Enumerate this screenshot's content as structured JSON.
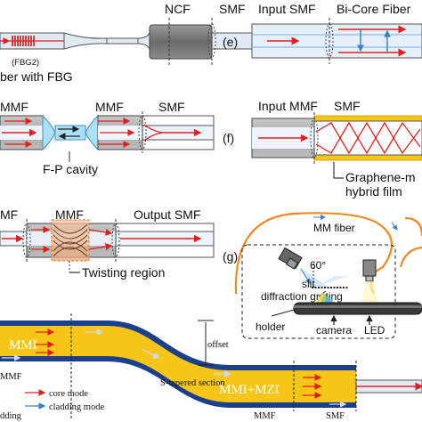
{
  "panel_top_left": {
    "ncf_label": "NCF",
    "smf_label": "SMF",
    "fbg_tag": "(FBG2)",
    "fiber_caption": "ber with FBG"
  },
  "panel_e": {
    "letter": "(e)",
    "input_label": "Input SMF",
    "bicore_label": "Bi-Core Fiber"
  },
  "panel_fp": {
    "mmf_left": "MMF",
    "mmf_mid": "MMF",
    "smf": "SMF",
    "caption": "F-P cavity"
  },
  "panel_f": {
    "letter": "(f)",
    "input_label": "Input MMF",
    "smf_label": "SMF",
    "film_line1": "Graphene-m",
    "film_line2": "hybrid film"
  },
  "panel_twist": {
    "smf_partial": "MF",
    "mmf": "MMF",
    "output": "Output SMF",
    "caption": "Twisting region"
  },
  "panel_g": {
    "letter": "(g)",
    "mm_fiber": "MM fiber",
    "angle": "60°",
    "slit": "slit",
    "grating": "diffraction grating",
    "holder": "holder",
    "camera": "camera",
    "led": "LED"
  },
  "panel_bottom": {
    "mmi_left": "MMI",
    "mmi_right": "MMI+MZI",
    "mmf_left": "MMF",
    "offset": "offset",
    "s_tapered": "S-tapered section",
    "core_mode": "core mode",
    "cladding_mode": "cladding mode",
    "mmf_right": "MMF",
    "smf_right": "SMF",
    "partial_left": "dding"
  },
  "colors": {
    "core_red": "#e02020",
    "ncf_gray": "#7a7a7a",
    "mmf_gray": "#b5b5b5",
    "fiber_blue": "#d5e7f5",
    "orange_fiber": "#f08a24",
    "gold": "#f5c518",
    "navy": "#1b3f8c"
  }
}
